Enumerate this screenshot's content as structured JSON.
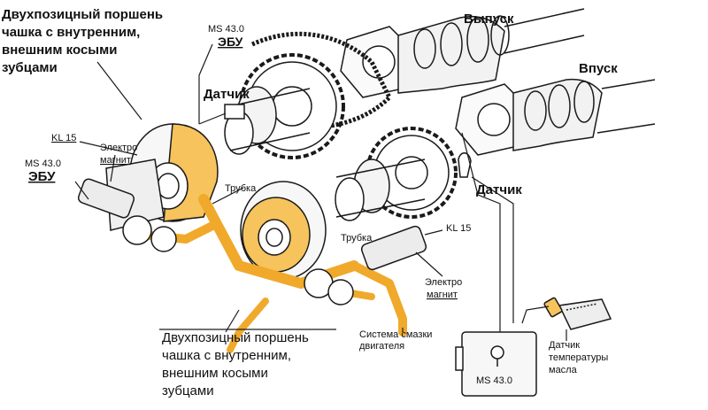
{
  "labels": {
    "piston_top_line1": "Двухпозицный поршень",
    "piston_top_line2": "чашка с внутренним,",
    "piston_top_line3": "внешним косыми",
    "piston_top_line4": "зубцами",
    "ecu_top_line1": "MS 43.0",
    "ecu_top_line2": "ЭБУ",
    "exhaust": "Выпуск",
    "intake": "Впуск",
    "sensor_top": "Датчик",
    "kl15_left": "KL 15",
    "electromagnet_left_line1": "Электро",
    "electromagnet_left_line2": "магнит",
    "ecu_left_line1": "MS 43.0",
    "ecu_left_line2": "ЭБУ",
    "tube_left": "Трубка",
    "sensor_right": "Датчик",
    "kl15_right": "KL 15",
    "tube_right": "Трубка",
    "electromagnet_right_line1": "Электро",
    "electromagnet_right_line2": "магнит",
    "piston_bottom_line1": "Двухпозицный поршень",
    "piston_bottom_line2": "чашка с внутренним,",
    "piston_bottom_line3": "внешним косыми",
    "piston_bottom_line4": "зубцами",
    "lubrication_line1": "Система смазки",
    "lubrication_line2": "двигателя",
    "ecu_box": "MS 43.0",
    "oil_sensor_line1": "Датчик",
    "oil_sensor_line2": "температуры",
    "oil_sensor_line3": "масла"
  },
  "colors": {
    "oil_path": "#f0a92a",
    "oil_fill": "#f6c35c",
    "line": "#1a1a1a"
  }
}
